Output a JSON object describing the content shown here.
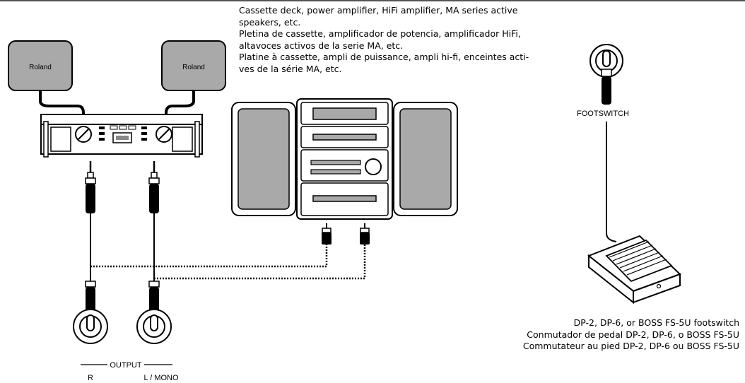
{
  "speaker_brand": "Roland",
  "top_caption": [
    "Cassette deck, power amplifier, HiFi amplifier, MA series active",
    "speakers, etc.",
    "Pletina de cassette, amplificador de potencia, amplificador HiFi,",
    "altavoces activos de la serie MA, etc.",
    "Platine à cassette, ampli de puissance, ampli hi-fi, enceintes acti-",
    "ves de la série MA, etc."
  ],
  "footswitch_label": "FOOTSWITCH",
  "footswitch_caption": [
    "DP-2, DP-6, or BOSS FS-5U footswitch",
    "Conmutador de pedal DP-2, DP-6, o BOSS FS-5U",
    "Commutateur au pied DP-2, DP-6 ou BOSS FS-5U"
  ],
  "output_label": "OUTPUT",
  "output_r_label": "R",
  "output_l_label": "L / MONO"
}
